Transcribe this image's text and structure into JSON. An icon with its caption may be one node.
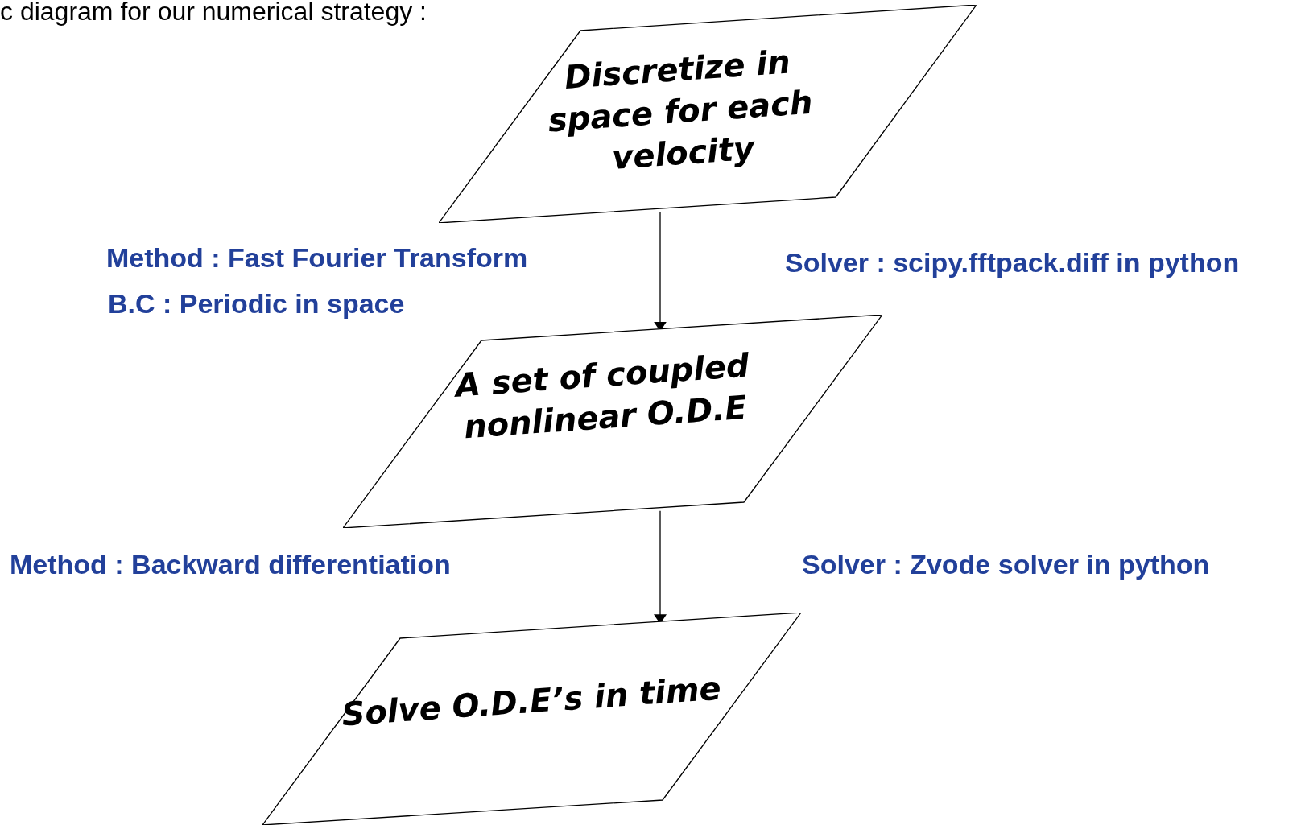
{
  "diagram": {
    "title": "c diagram for our numerical strategy :",
    "nodes": [
      {
        "text": [
          "Discretize in space for each velocity"
        ]
      },
      {
        "text": [
          "A set of coupled nonlinear O.D.E"
        ]
      },
      {
        "text": [
          "Solve O.D.E’s in time"
        ]
      }
    ],
    "edges": [
      {
        "from": 0,
        "to": 1,
        "arrow": "to"
      },
      {
        "from": 1,
        "to": 2,
        "arrow": "to"
      }
    ],
    "labels": [
      "Method : Fast Fourier Transform",
      "B.C : Periodic in space",
      "Solver : scipy.fftpack.diff in python",
      "Method : Backward differentiation",
      "Solver : Zvode solver in python"
    ]
  }
}
